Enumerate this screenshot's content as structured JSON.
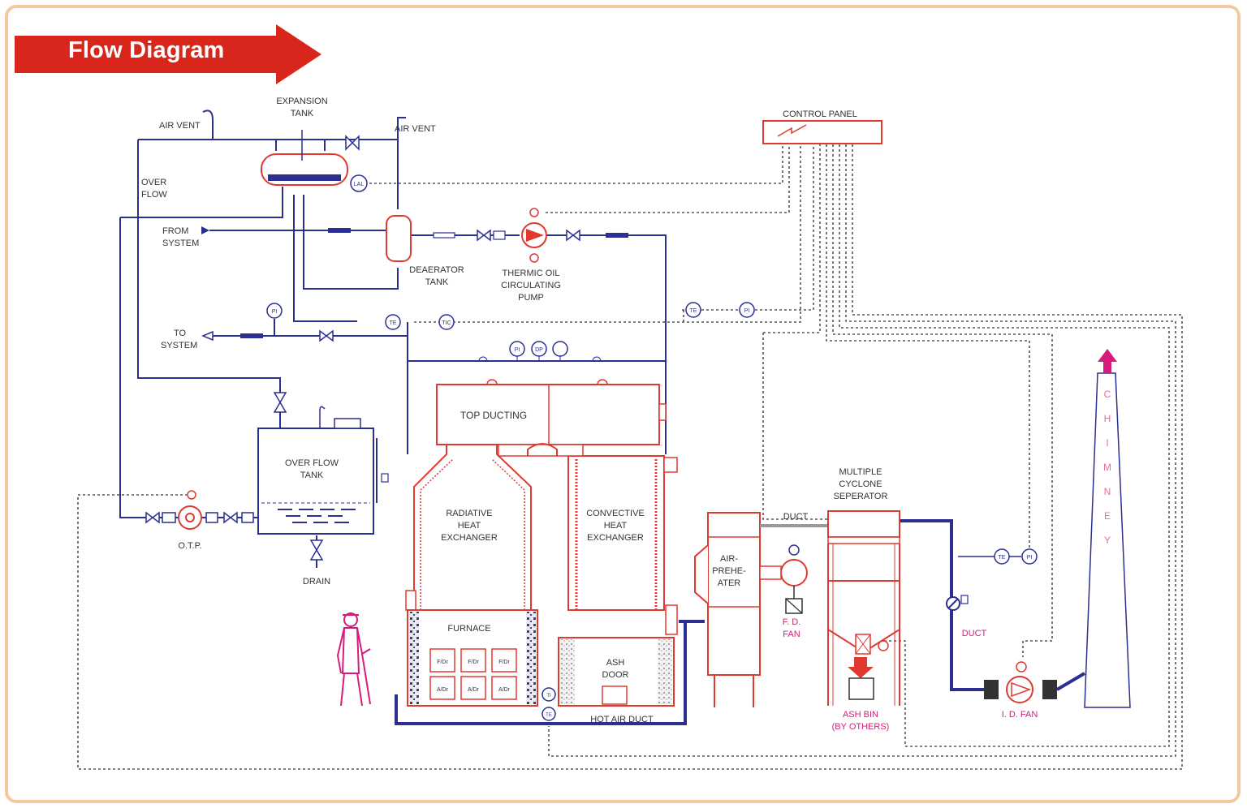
{
  "title": "Flow Diagram",
  "colors": {
    "banner": "#d9261c",
    "frame": "#f3c9a2",
    "pipe_blue": "#2b2f8f",
    "equipment_red": "#e0392f",
    "magenta": "#d81b7a",
    "dotted_control": "#555555"
  },
  "labels": {
    "air_vent_left": "AIR VENT",
    "expansion_tank": [
      "EXPANSION",
      "TANK"
    ],
    "air_vent_right": "AIR VENT",
    "control_panel": "CONTROL PANEL",
    "over_flow": [
      "OVER",
      "FLOW"
    ],
    "from_system": [
      "FROM",
      "SYSTEM"
    ],
    "deaerator_tank": [
      "DEAERATOR",
      "TANK"
    ],
    "thermic_oil_pump": [
      "THERMIC OIL",
      "CIRCULATING",
      "PUMP"
    ],
    "to_system": [
      "TO",
      "SYSTEM"
    ],
    "top_ducting": "TOP DUCTING",
    "over_flow_tank": [
      "OVER FLOW",
      "TANK"
    ],
    "otp": "O.T.P.",
    "drain": "DRAIN",
    "radiative_hx": [
      "RADIATIVE",
      "HEAT",
      "EXCHANGER"
    ],
    "convective_hx": [
      "CONVECTIVE",
      "HEAT",
      "EXCHANGER"
    ],
    "duct_top": "DUCT",
    "multiple_cyclone": [
      "MULTIPLE",
      "CYCLONE",
      "SEPERATOR"
    ],
    "air_preheater": [
      "AIR-",
      "PREHE-",
      "ATER"
    ],
    "fd_fan": [
      "F. D.",
      "FAN"
    ],
    "furnace": "FURNACE",
    "ash_door": [
      "ASH",
      "DOOR"
    ],
    "hot_air_duct": "HOT AIR DUCT",
    "ash_bin": [
      "ASH BIN",
      "(BY OTHERS)"
    ],
    "duct_right": "DUCT",
    "id_fan": "I. D. FAN",
    "chimney": [
      "C",
      "H",
      "I",
      "M",
      "N",
      "E",
      "Y"
    ]
  },
  "instruments": {
    "lal": "LAL",
    "pi_top": "PI",
    "te_1": "TE",
    "tic": "TIC",
    "te_2": "TE",
    "pi_2": "PI",
    "dp": "DP",
    "pi_3": "PI",
    "te_right": "TE",
    "pi_right": "PI",
    "ti_furnace": "TI",
    "te_furnace": "TE",
    "fd_door_1": "F/Dr",
    "fd_door_2": "F/Dr",
    "fd_door_3": "F/Dr",
    "ad_door_1": "A/Dr",
    "ad_door_2": "A/Dr",
    "ad_door_3": "A/Dr"
  }
}
